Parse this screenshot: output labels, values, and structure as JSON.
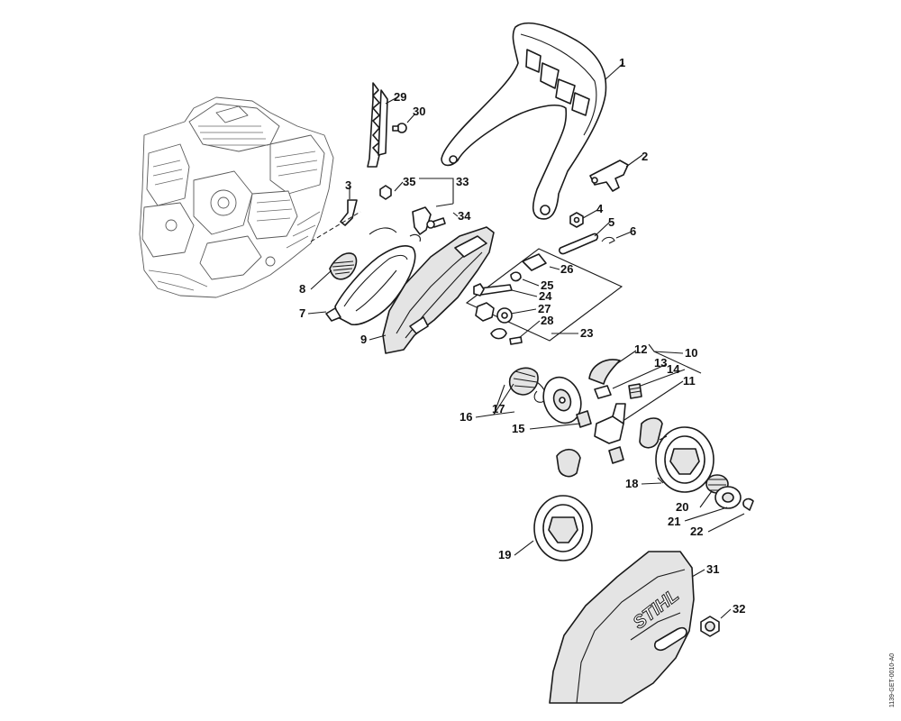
{
  "diagram": {
    "brand_logo": "STIHL",
    "doc_ref": "1139-GET-0010-A0",
    "callouts": [
      "1",
      "2",
      "3",
      "4",
      "5",
      "6",
      "7",
      "8",
      "9",
      "10",
      "11",
      "12",
      "13",
      "14",
      "15",
      "16",
      "17",
      "18",
      "19",
      "20",
      "21",
      "22",
      "23",
      "24",
      "25",
      "26",
      "27",
      "28",
      "29",
      "30",
      "31",
      "32",
      "33",
      "34",
      "35"
    ]
  }
}
